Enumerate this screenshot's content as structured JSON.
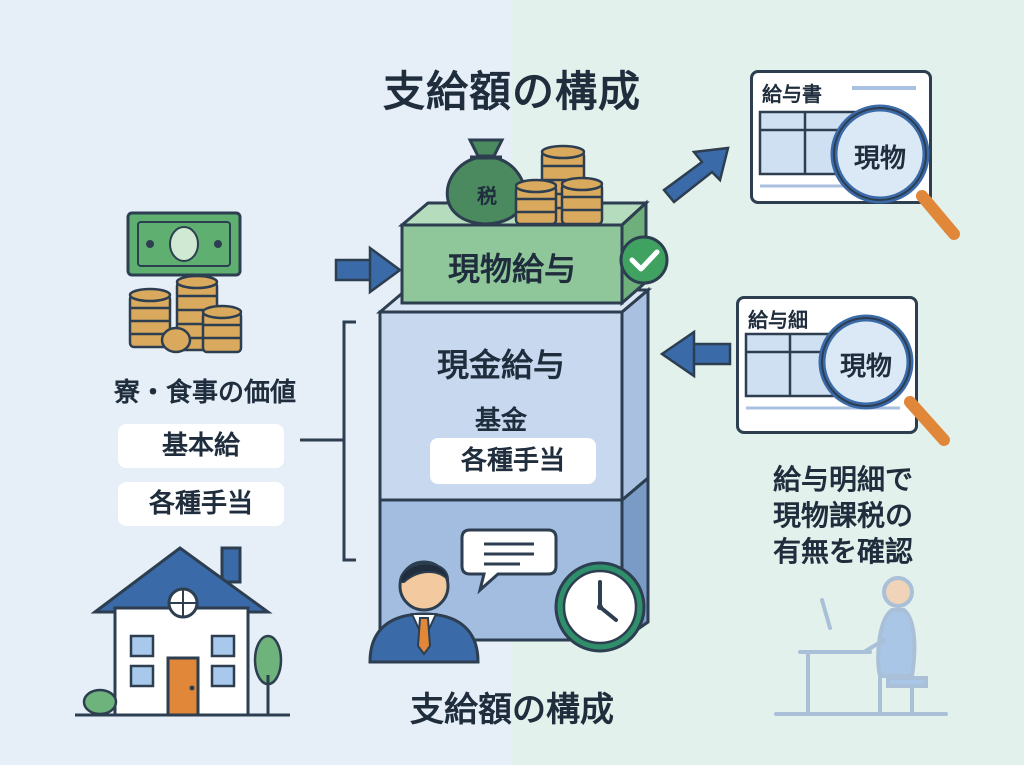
{
  "title": "支給額の構成",
  "caption": "支給額の構成",
  "left": {
    "label_dorm": "寮・食事の価値",
    "pill_basic": "基本給",
    "pill_allowance": "各種手当"
  },
  "stack": {
    "top_label": "現物給与",
    "bag_label": "税",
    "mid_title": "現金給与",
    "mid_sub": "基金",
    "mid_pill": "各種手当"
  },
  "right": {
    "card1_title": "給与書",
    "card1_glass": "現物",
    "card2_title": "給与細",
    "card2_glass": "現物",
    "note": [
      "給与明細で",
      "現物課税の",
      "有無を確認"
    ]
  },
  "colors": {
    "navy": "#2c3e50",
    "blue": "#3b6aa8",
    "green": "#8fc79a",
    "orange": "#e0873a",
    "coin": "#d9a95e"
  }
}
